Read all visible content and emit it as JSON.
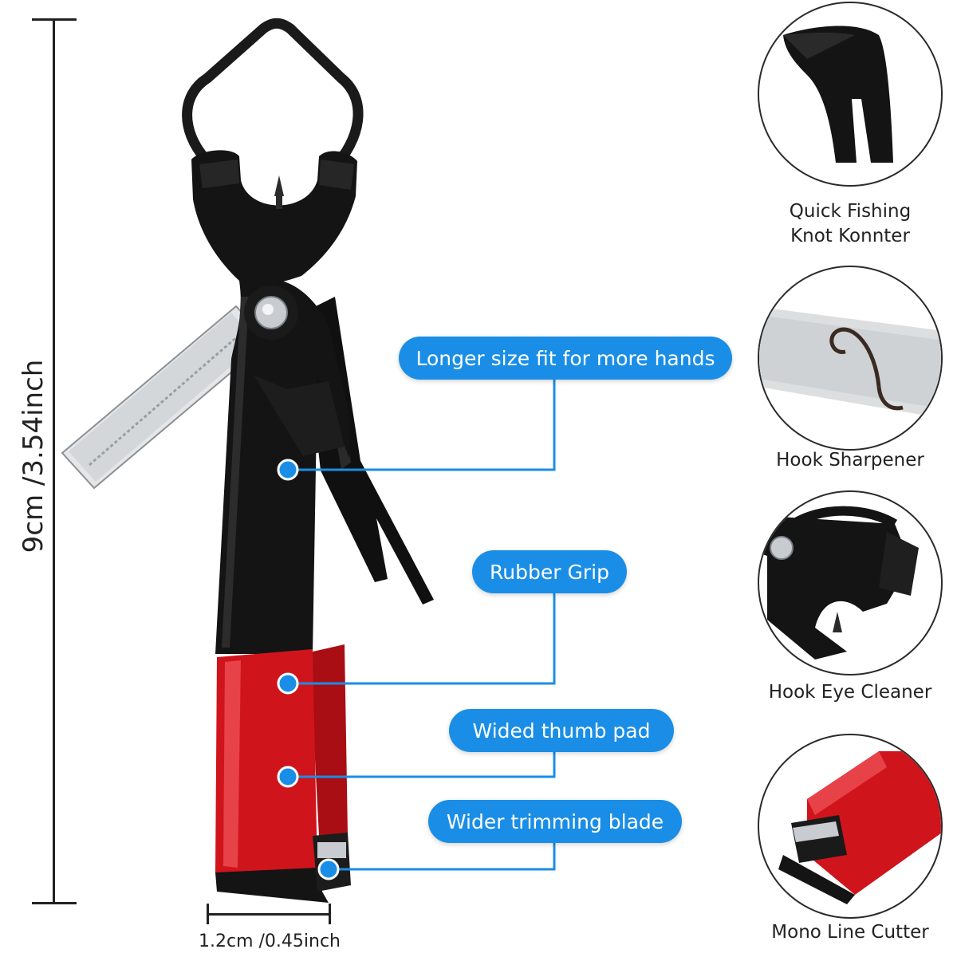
{
  "measurements": {
    "height_label": "9cm /3.54inch",
    "width_label": "1.2cm /0.45inch"
  },
  "callouts": [
    {
      "label": "Longer size fit for more hands"
    },
    {
      "label": "Rubber Grip"
    },
    {
      "label": "Wided thumb pad"
    },
    {
      "label": "Wider trimming blade"
    }
  ],
  "features": [
    {
      "line1": "Quick Fishing",
      "line2": "Knot Konnter",
      "icon": "knot-tyer-closeup-icon"
    },
    {
      "line1": "Hook Sharpener",
      "line2": "",
      "icon": "hook-sharpener-closeup-icon"
    },
    {
      "line1": "Hook Eye Cleaner",
      "line2": "",
      "icon": "hook-eye-cleaner-closeup-icon"
    },
    {
      "line1": "Mono Line Cutter",
      "line2": "",
      "icon": "line-cutter-closeup-icon"
    }
  ],
  "colors": {
    "callout_blue": "#1a8ee6",
    "tool_black": "#141414",
    "grip_red": "#d0141b"
  }
}
